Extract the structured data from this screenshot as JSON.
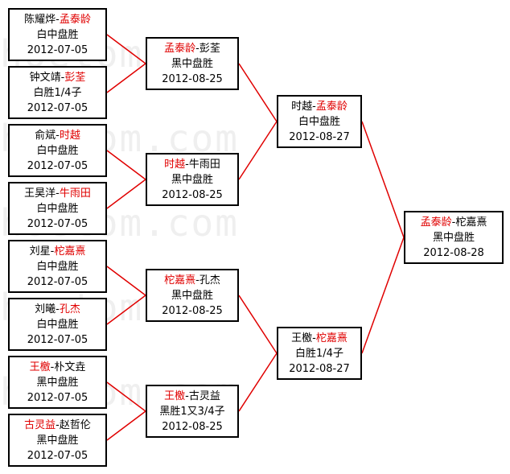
{
  "watermark": "hoetom.com",
  "colors": {
    "winner": "#e00000",
    "connector": "#e00000",
    "border": "#000000"
  },
  "round1": [
    {
      "p1": "陈耀烨",
      "p2": "孟泰龄",
      "winner": 2,
      "result": "白中盘胜",
      "date": "2012-07-05"
    },
    {
      "p1": "钟文靖",
      "p2": "彭荃",
      "winner": 2,
      "result": "白胜1/4子",
      "date": "2012-07-05"
    },
    {
      "p1": "俞斌",
      "p2": "时越",
      "winner": 2,
      "result": "白中盘胜",
      "date": "2012-07-05"
    },
    {
      "p1": "王昊洋",
      "p2": "牛雨田",
      "winner": 2,
      "result": "白中盘胜",
      "date": "2012-07-05"
    },
    {
      "p1": "刘星",
      "p2": "柁嘉熹",
      "winner": 2,
      "result": "白中盘胜",
      "date": "2012-07-05"
    },
    {
      "p1": "刘曦",
      "p2": "孔杰",
      "winner": 2,
      "result": "白中盘胜",
      "date": "2012-07-05"
    },
    {
      "p1": "王檄",
      "p2": "朴文垚",
      "winner": 1,
      "result": "黑中盘胜",
      "date": "2012-07-05"
    },
    {
      "p1": "古灵益",
      "p2": "赵哲伦",
      "winner": 1,
      "result": "黑中盘胜",
      "date": "2012-07-05"
    }
  ],
  "round2": [
    {
      "p1": "孟泰龄",
      "p2": "彭荃",
      "winner": 1,
      "result": "黑中盘胜",
      "date": "2012-08-25"
    },
    {
      "p1": "时越",
      "p2": "牛雨田",
      "winner": 1,
      "result": "黑中盘胜",
      "date": "2012-08-25"
    },
    {
      "p1": "柁嘉熹",
      "p2": "孔杰",
      "winner": 1,
      "result": "黑中盘胜",
      "date": "2012-08-25"
    },
    {
      "p1": "王檄",
      "p2": "古灵益",
      "winner": 1,
      "result": "黑胜1又3/4子",
      "date": "2012-08-25"
    }
  ],
  "round3": [
    {
      "p1": "时越",
      "p2": "孟泰龄",
      "winner": 2,
      "result": "白中盘胜",
      "date": "2012-08-27"
    },
    {
      "p1": "王檄",
      "p2": "柁嘉熹",
      "winner": 2,
      "result": "白胜1/4子",
      "date": "2012-08-27"
    }
  ],
  "final": [
    {
      "p1": "孟泰龄",
      "p2": "柁嘉熹",
      "winner": 1,
      "result": "黑中盘胜",
      "date": "2012-08-28"
    }
  ]
}
